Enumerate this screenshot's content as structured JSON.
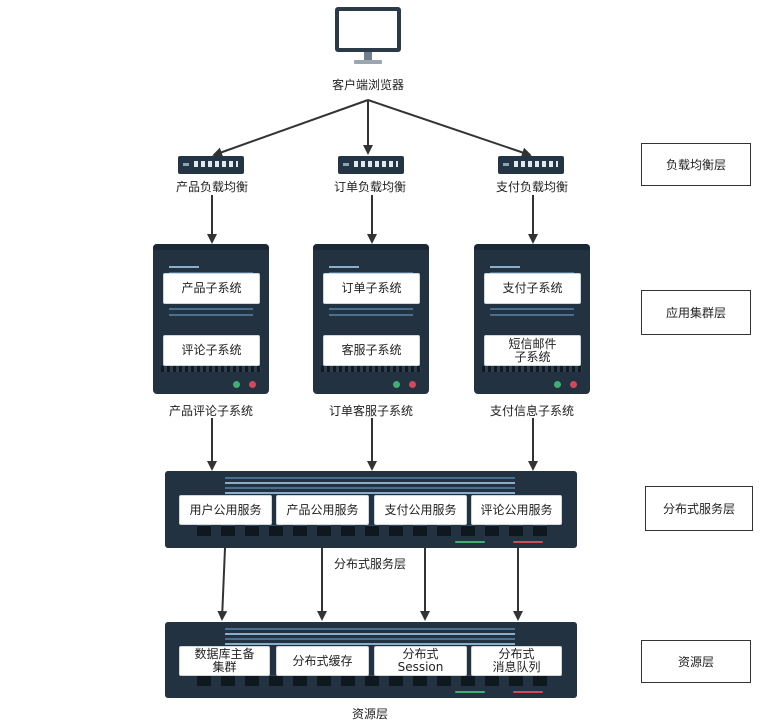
{
  "client": {
    "label": "客户端浏览器",
    "icon": "monitor-icon"
  },
  "load_balancers": [
    {
      "label": "产品负载均衡",
      "icon": "network-switch-icon"
    },
    {
      "label": "订单负载均衡",
      "icon": "network-switch-icon"
    },
    {
      "label": "支付负载均衡",
      "icon": "network-switch-icon"
    }
  ],
  "app_servers": [
    {
      "label": "产品评论子系统",
      "boxes": [
        "产品子系统",
        "评论子系统"
      ]
    },
    {
      "label": "订单客服子系统",
      "boxes": [
        "订单子系统",
        "客服子系统"
      ]
    },
    {
      "label": "支付信息子系统",
      "boxes": [
        "支付子系统",
        "短信邮件\n子系统"
      ]
    }
  ],
  "service_layer": {
    "label": "分布式服务层",
    "boxes": [
      "用户公用服务",
      "产品公用服务",
      "支付公用服务",
      "评论公用服务"
    ]
  },
  "resource_layer": {
    "label": "资源层",
    "boxes": [
      "数据库主备\n集群",
      "分布式缓存",
      "分布式\nSession",
      "分布式\n消息队列"
    ]
  },
  "layer_labels": [
    "负载均衡层",
    "应用集群层",
    "分布式服务层",
    "资源层"
  ],
  "colors": {
    "server": "#223241",
    "led_green": "#3fae72",
    "led_red": "#d24a5a",
    "line": "#333333"
  }
}
